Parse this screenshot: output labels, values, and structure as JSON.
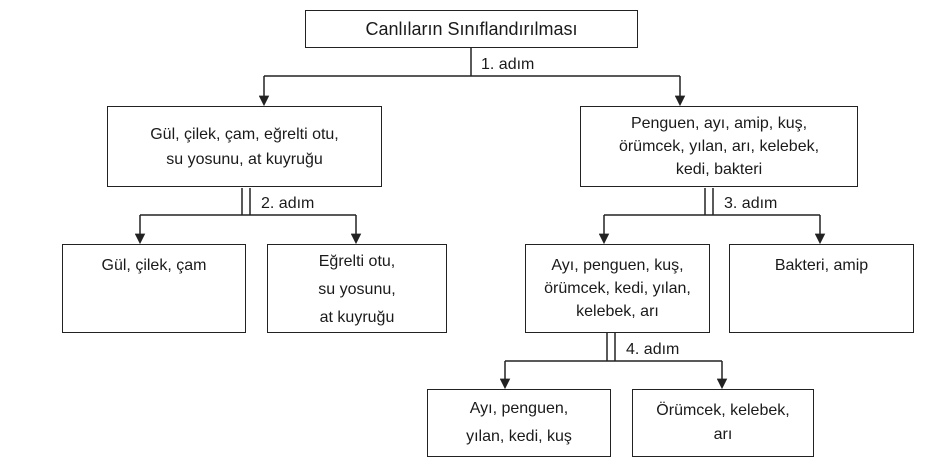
{
  "root": {
    "label": "Canlıların Sınıflandırılması"
  },
  "steps": {
    "s1": "1. adım",
    "s2": "2. adım",
    "s3": "3. adım",
    "s4": "4. adım"
  },
  "level1": {
    "left": {
      "lines": [
        "Gül, çilek, çam, eğrelti otu,",
        "su yosunu, at kuyruğu"
      ]
    },
    "right": {
      "lines": [
        "Penguen, ayı, amip, kuş,",
        "örümcek, yılan, arı, kelebek,",
        "kedi, bakteri"
      ]
    }
  },
  "level2": {
    "a": {
      "lines": [
        "Gül, çilek, çam"
      ]
    },
    "b": {
      "lines": [
        "Eğrelti otu,",
        "su yosunu,",
        "at kuyruğu"
      ]
    },
    "c": {
      "lines": [
        "Ayı, penguen, kuş,",
        "örümcek, kedi, yılan,",
        "kelebek, arı"
      ]
    },
    "d": {
      "lines": [
        "Bakteri, amip"
      ]
    }
  },
  "level3": {
    "a": {
      "lines": [
        "Ayı, penguen,",
        "yılan, kedi, kuş"
      ]
    },
    "b": {
      "lines": [
        "Örümcek, kelebek,",
        "arı"
      ]
    }
  }
}
